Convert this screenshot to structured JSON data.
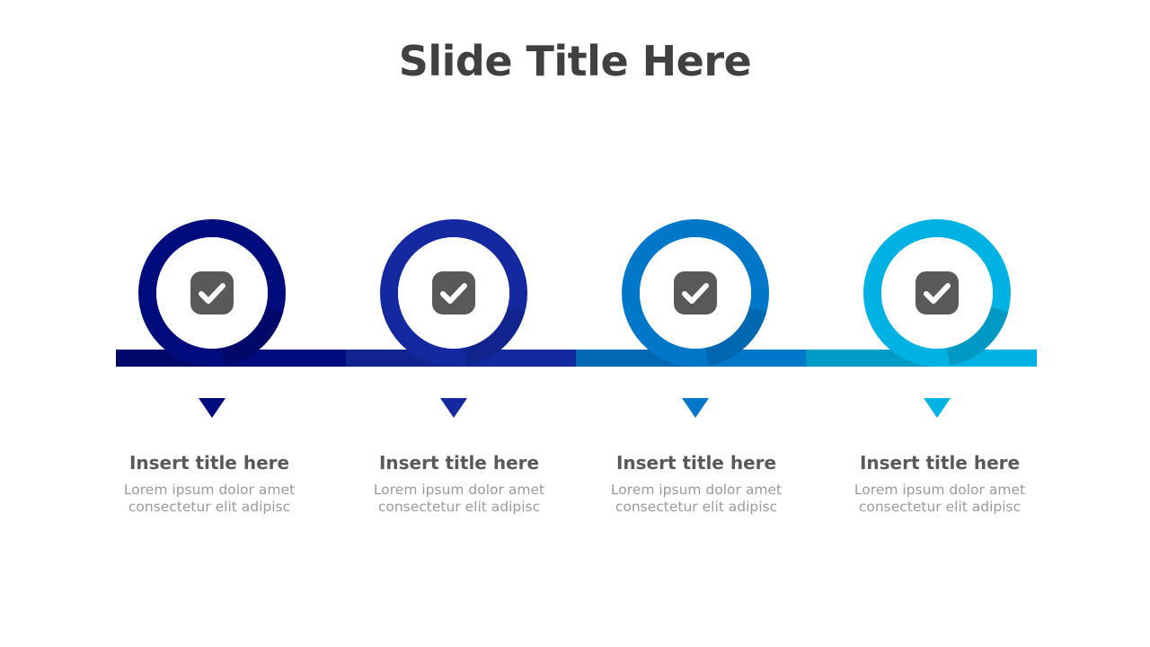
{
  "slide": {
    "title": "Slide Title Here"
  },
  "steps": [
    {
      "icon": "check-icon",
      "color": "#000C7C",
      "shade": "#00085A",
      "title": "Insert  title  here",
      "body": "Lorem ipsum  dolor amet\nconsectetur  elit adipisc"
    },
    {
      "icon": "check-icon",
      "color": "#1428A0",
      "shade": "#0F1F80",
      "title": "Insert  title  here",
      "body": "Lorem ipsum  dolor amet\nconsectetur  elit adipisc"
    },
    {
      "icon": "check-icon",
      "color": "#0077C8",
      "shade": "#005FA0",
      "title": "Insert  title  here",
      "body": "Lorem ipsum  dolor amet\nconsectetur  elit adipisc"
    },
    {
      "icon": "check-icon",
      "color": "#00B2E3",
      "shade": "#0089AD",
      "title": "Insert  title  here",
      "body": "Lorem ipsum  dolor amet\nconsectetur  elit adipisc"
    }
  ],
  "colors": {
    "title_text": "#404040",
    "icon_badge": "#595959",
    "caption_title": "#595959",
    "caption_body": "#9A9A9A"
  }
}
